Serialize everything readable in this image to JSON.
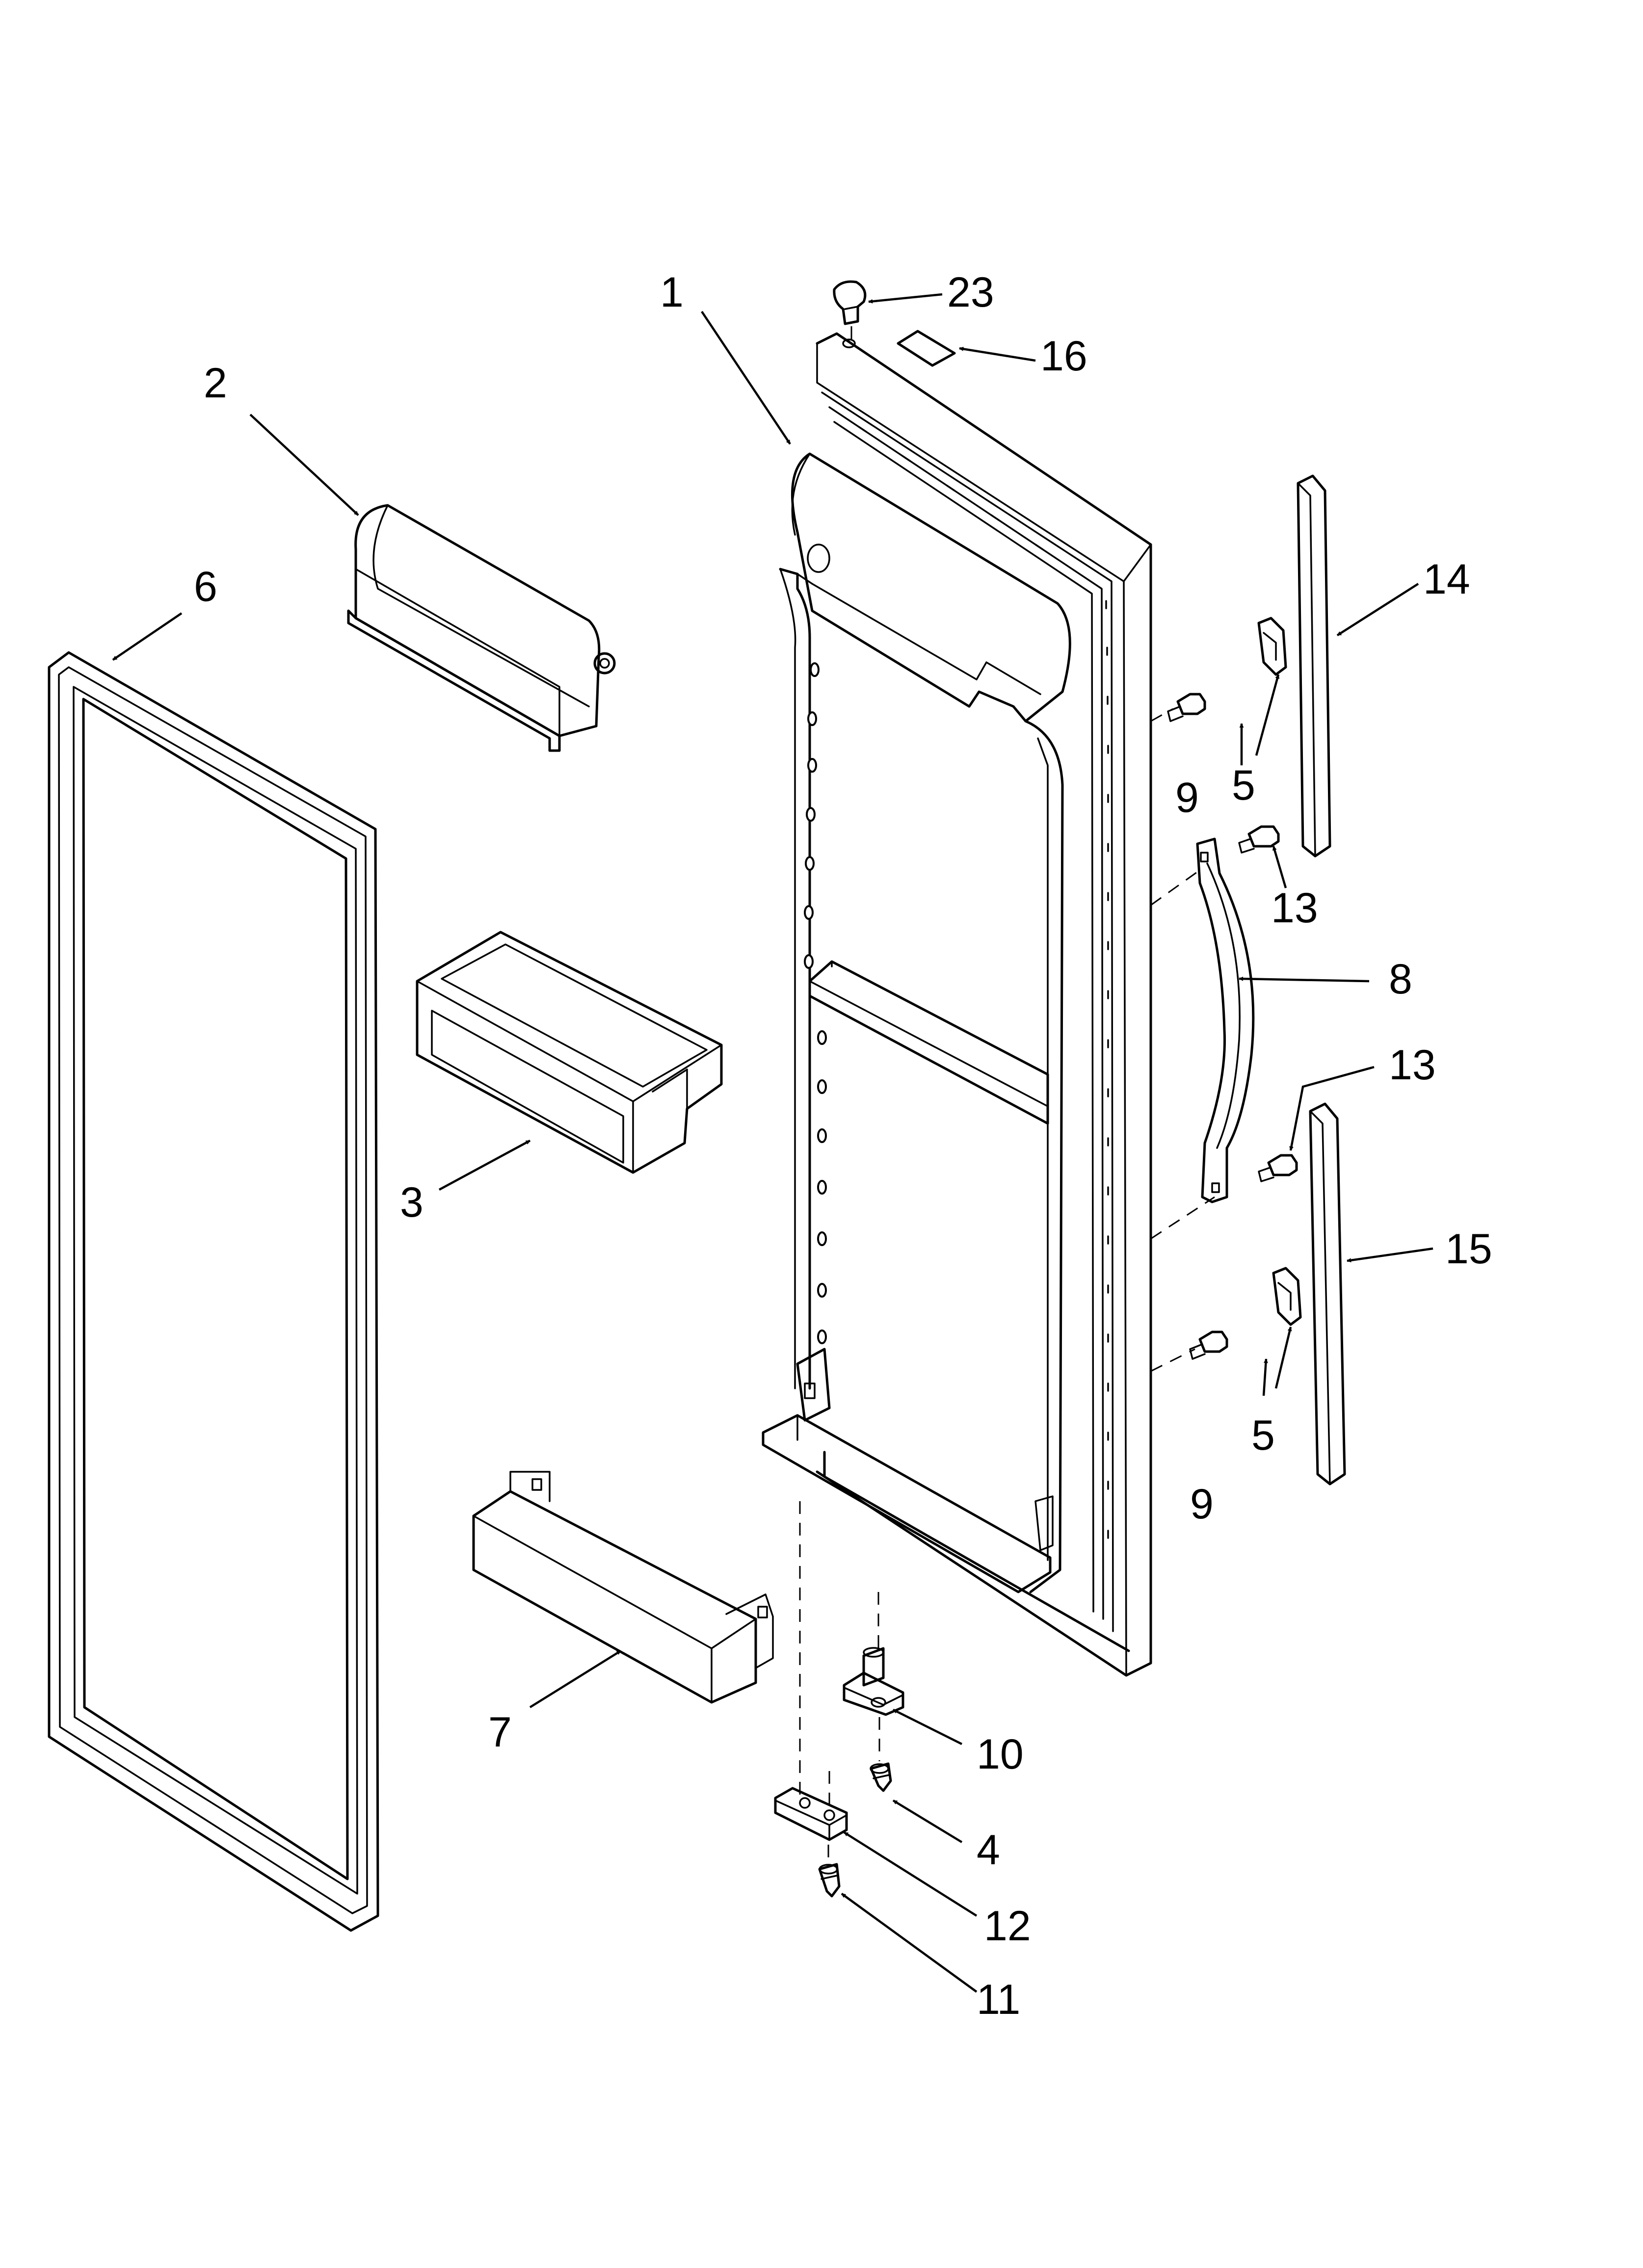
{
  "callouts": [
    {
      "id": "1",
      "text": "1"
    },
    {
      "id": "2",
      "text": "2"
    },
    {
      "id": "3",
      "text": "3"
    },
    {
      "id": "4",
      "text": "4"
    },
    {
      "id": "5a",
      "text": "5"
    },
    {
      "id": "5b",
      "text": "5"
    },
    {
      "id": "6",
      "text": "6"
    },
    {
      "id": "7",
      "text": "7"
    },
    {
      "id": "8",
      "text": "8"
    },
    {
      "id": "9a",
      "text": "9"
    },
    {
      "id": "9b",
      "text": "9"
    },
    {
      "id": "10",
      "text": "10"
    },
    {
      "id": "11",
      "text": "11"
    },
    {
      "id": "12",
      "text": "12"
    },
    {
      "id": "13a",
      "text": "13"
    },
    {
      "id": "13b",
      "text": "13"
    },
    {
      "id": "14",
      "text": "14"
    },
    {
      "id": "15",
      "text": "15"
    },
    {
      "id": "16",
      "text": "16"
    },
    {
      "id": "23",
      "text": "23"
    }
  ]
}
